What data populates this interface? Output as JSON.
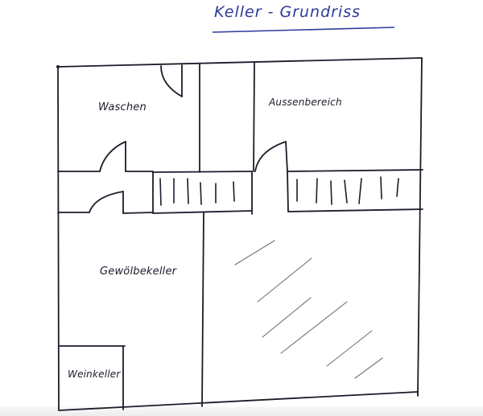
{
  "document": {
    "title": "Keller - Grundriss",
    "type": "hand-drawn floor plan sketch",
    "ink_colors": {
      "title": "#2a3a9a",
      "walls": "#1c1c2a",
      "hatch": "#55586a"
    }
  },
  "rooms": {
    "waschen": {
      "label": "Waschen"
    },
    "aussenbereich": {
      "label": "Aussenbereich"
    },
    "gewoelbekeller": {
      "label": "Gewölbekeller"
    },
    "weinkeller": {
      "label": "Weinkeller"
    }
  },
  "stairs": [
    {
      "name": "stairs-left",
      "steps": 6
    },
    {
      "name": "stairs-right",
      "steps": 7
    }
  ],
  "hatched_area": {
    "hatch_lines": 6
  }
}
